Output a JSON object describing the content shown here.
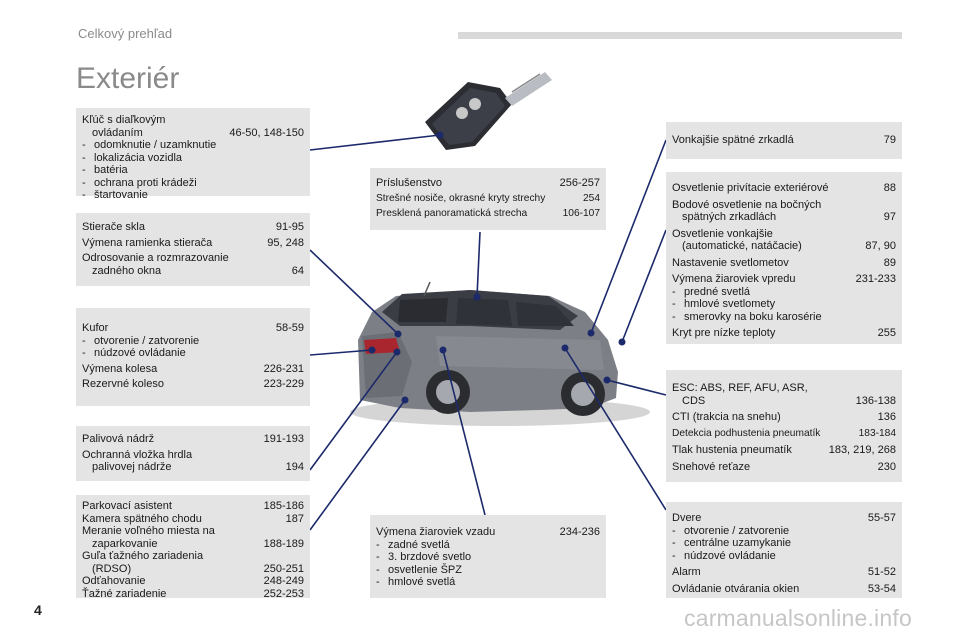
{
  "header": {
    "section": "Celkový prehľad",
    "title": "Exteriér"
  },
  "page_number": "4",
  "watermark": "carmanualsonline.info",
  "boxes": {
    "key": {
      "l1": "Kľúč s diaľkovým",
      "l2": "ovládaním",
      "p2": "46-50, 148-150",
      "items": [
        "odomknutie / uzamknutie",
        "lokalizácia vozidla",
        "batéria",
        "ochrana proti krádeži",
        "štartovanie"
      ]
    },
    "wipers": {
      "r1": "Stierače skla",
      "p1": "91-95",
      "r2": "Výmena ramienka stierača",
      "p2": "95, 248",
      "r3a": "Odrosovanie a rozmrazovanie",
      "r3b": "zadného okna",
      "p3": "64"
    },
    "boot": {
      "r1": "Kufor",
      "p1": "58-59",
      "items": [
        "otvorenie / zatvorenie",
        "núdzové ovládanie"
      ],
      "r2": "Výmena kolesa",
      "p2": "226-231",
      "r3": "Rezervné koleso",
      "p3": "223-229"
    },
    "fuel": {
      "r1": "Palivová nádrž",
      "p1": "191-193",
      "r2a": "Ochranná vložka hrdla",
      "r2b": "palivovej nádrže",
      "p2": "194"
    },
    "parking": {
      "r1": "Parkovací asistent",
      "p1": "185-186",
      "r2": "Kamera spätného chodu",
      "p2": "187",
      "r3a": "Meranie voľného miesta na",
      "r3b": "zaparkovanie",
      "p3": "188-189",
      "r4a": "Guľa ťažného zariadenia",
      "r4b": "(RDSO)",
      "p4": "250-251",
      "r5": "Odťahovanie",
      "p5": "248-249",
      "r6": "Ťažné zariadenie",
      "p6": "252-253"
    },
    "accessories": {
      "r1": "Príslušenstvo",
      "p1": "256-257",
      "r2": "Strešné nosiče, okrasné kryty strechy",
      "p2": "254",
      "r3": "Presklená panoramatická strecha",
      "p3": "106-107"
    },
    "rear_lamps": {
      "r1": "Výmena žiaroviek vzadu",
      "p1": "234-236",
      "items": [
        "zadné svetlá",
        "3. brzdové svetlo",
        "osvetlenie ŠPZ",
        "hmlové svetlá"
      ]
    },
    "mirrors": {
      "r1": "Vonkajšie spätné zrkadlá",
      "p1": "79"
    },
    "lighting": {
      "r1": "Osvetlenie privítacie exteriérové",
      "p1": "88",
      "r2a": "Bodové osvetlenie na bočných",
      "r2b": "spätných zrkadlách",
      "p2": "97",
      "r3a": "Osvetlenie vonkajšie",
      "r3b": "(automatické, natáčacie)",
      "p3": "87, 90",
      "r4": "Nastavenie svetlometov",
      "p4": "89",
      "r5": "Výmena žiaroviek vpredu",
      "p5": "231-233",
      "items": [
        "predné svetlá",
        "hmlové svetlomety",
        "smerovky na boku karosérie"
      ],
      "r6": "Kryt pre nízke teploty",
      "p6": "255"
    },
    "safety": {
      "r1a": "ESC: ABS, REF, AFU, ASR,",
      "r1b": "CDS",
      "p1": "136-138",
      "r2": "CTI (trakcia na snehu)",
      "p2": "136",
      "r3": "Detekcia podhustenia pneumatík",
      "p3": "183-184",
      "r4": "Tlak hustenia pneumatík",
      "p4": "183, 219, 268",
      "r5": "Snehové reťaze",
      "p5": "230"
    },
    "doors": {
      "r1": "Dvere",
      "p1": "55-57",
      "items": [
        "otvorenie / zatvorenie",
        "centrálne uzamykanie",
        "núdzové ovládanie"
      ],
      "r2": "Alarm",
      "p2": "51-52",
      "r3": "Ovládanie otvárania okien",
      "p3": "53-54"
    }
  },
  "colors": {
    "line": "#1c2a6b",
    "box": "#e4e4e4",
    "car": "#7c7f85",
    "header_gray": "#8a8a8a"
  }
}
